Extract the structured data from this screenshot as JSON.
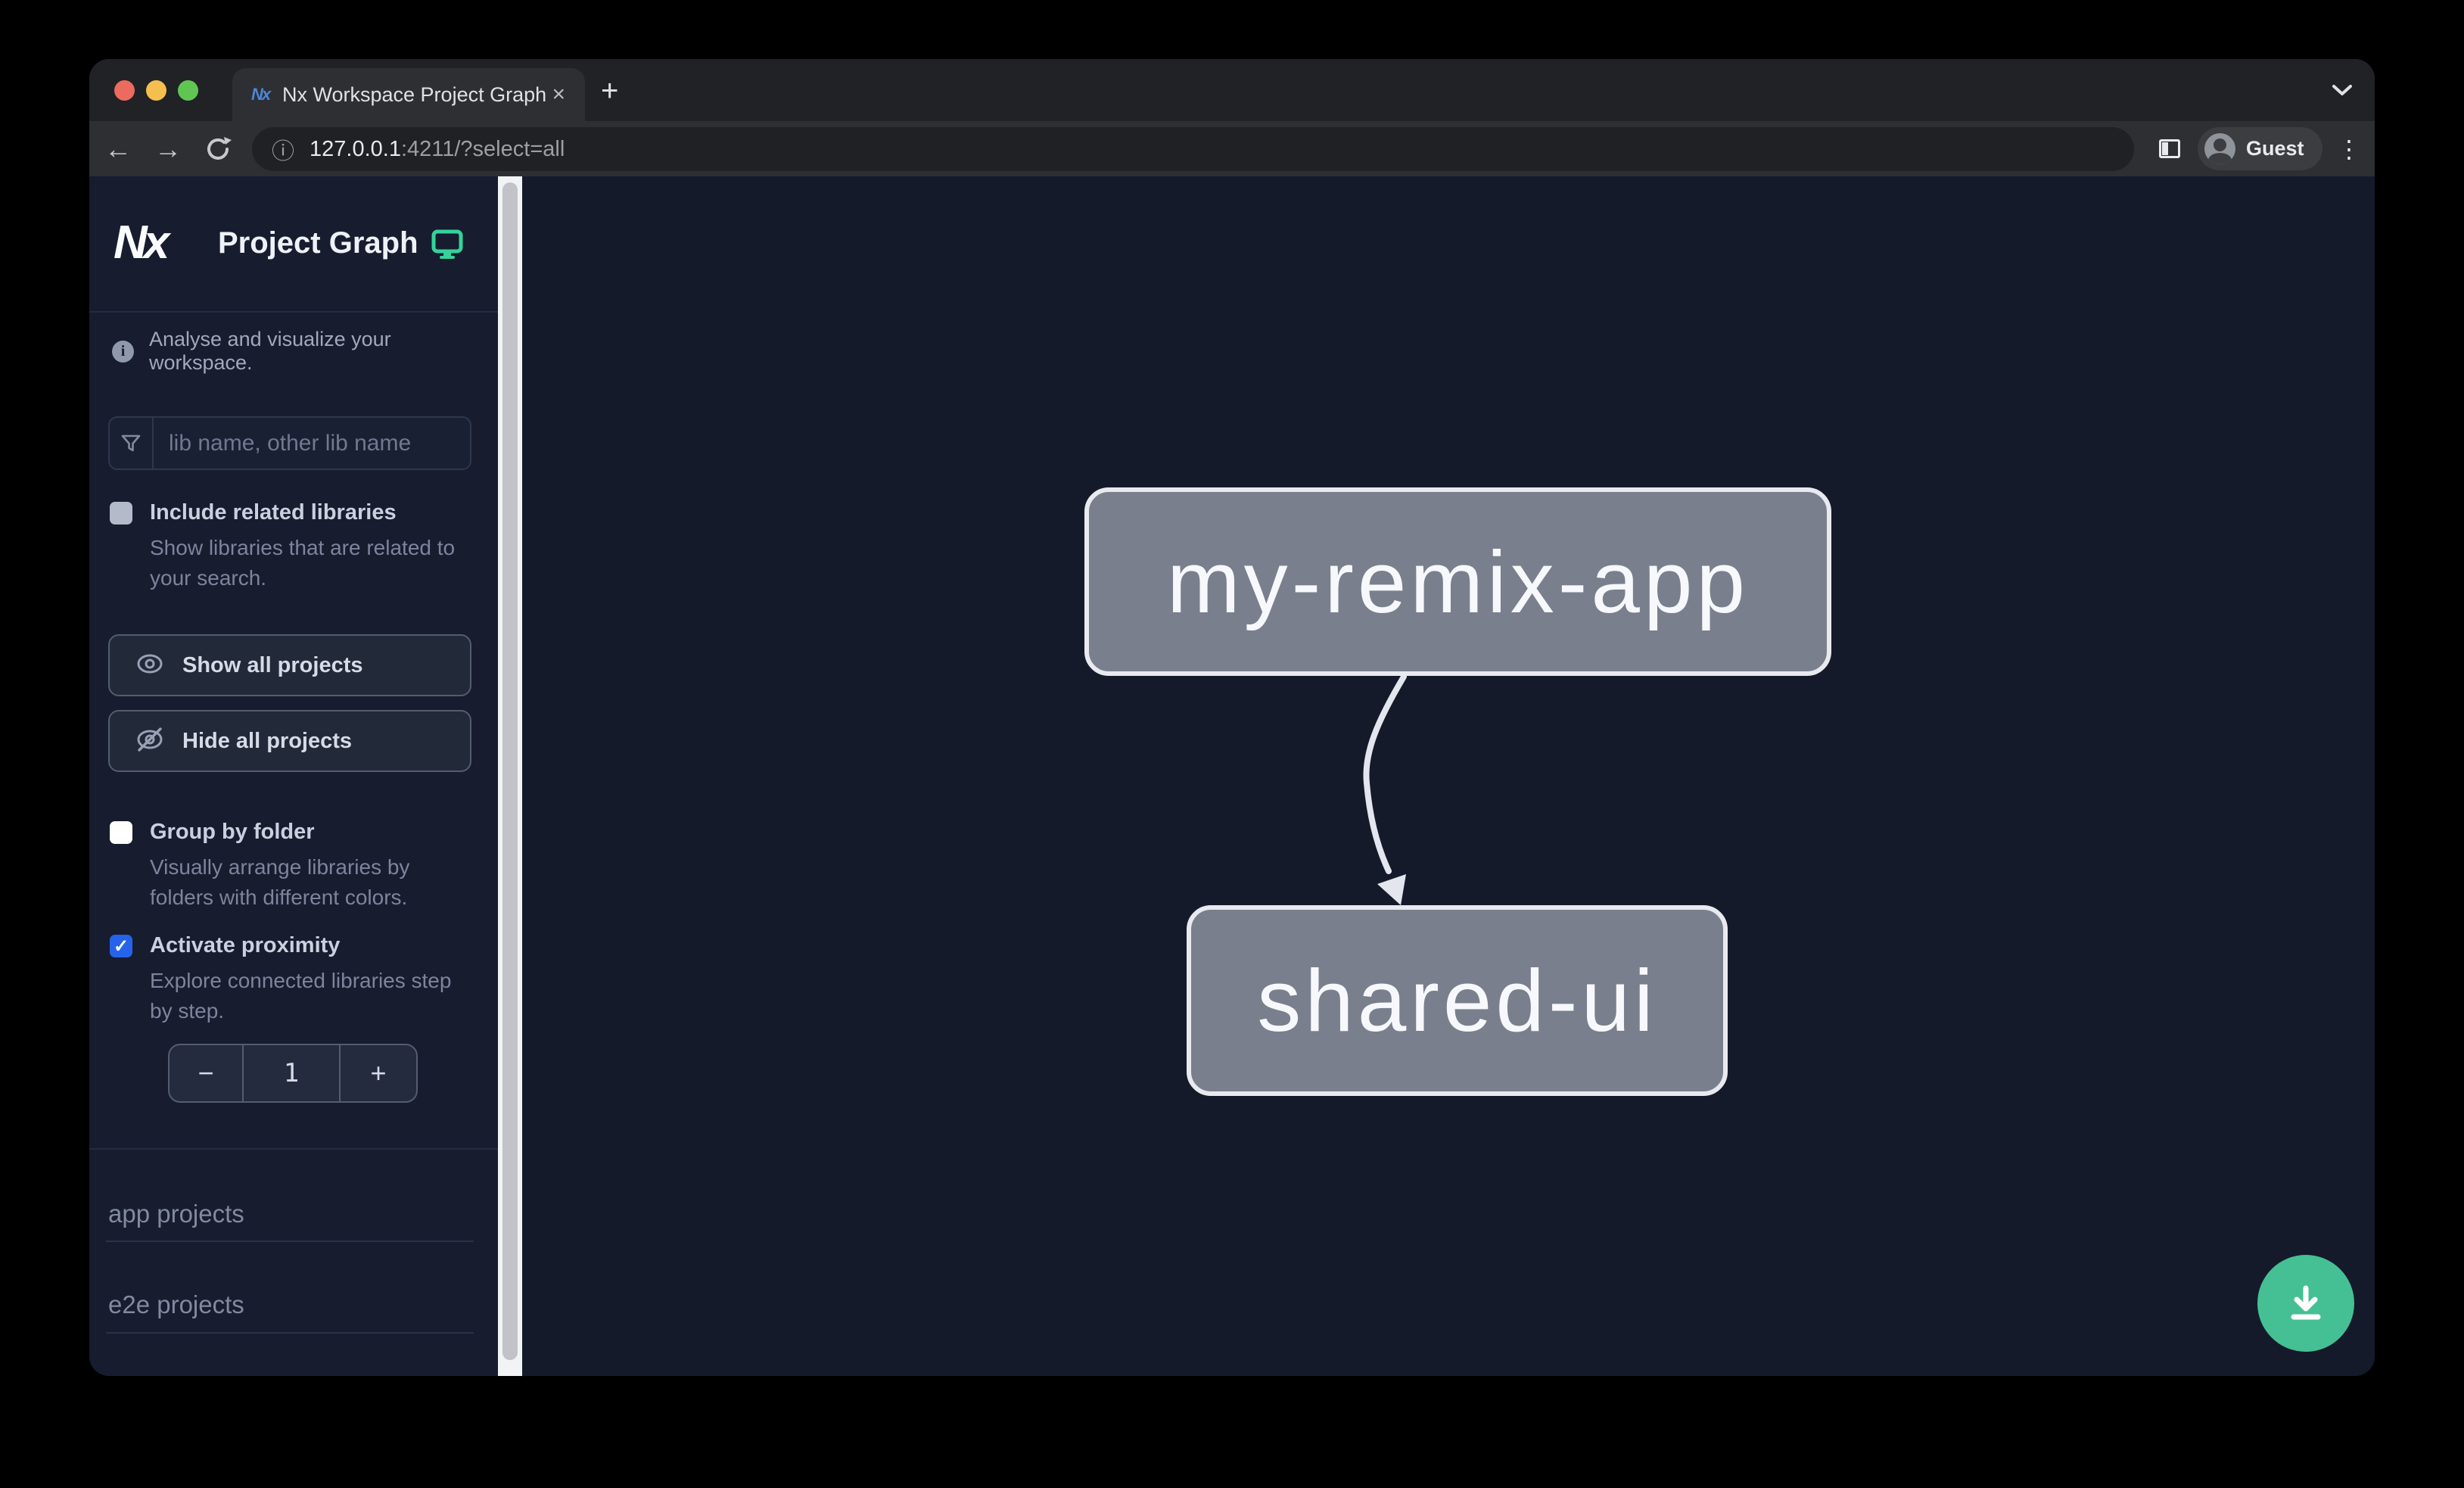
{
  "browser": {
    "tab_title": "Nx Workspace Project Graph",
    "url_host": "127.0.0.1",
    "url_path": ":4211/?select=all",
    "profile_label": "Guest"
  },
  "icons": {
    "close": "×",
    "new_tab": "+",
    "back": "←",
    "forward": "→",
    "info_badge": "ⓘ",
    "kebab": "⋮",
    "info_i": "i",
    "check": "✓"
  },
  "brand": {
    "logo_text": "Nx",
    "favicon_text": "Nx"
  },
  "sidebar": {
    "title": "Project Graph",
    "tagline": "Analyse and visualize your workspace.",
    "search_placeholder": "lib name, other lib name",
    "options": [
      {
        "label": "Include related libraries",
        "description": "Show libraries that are related to your search.",
        "checked": false
      },
      {
        "label": "Group by folder",
        "description": "Visually arrange libraries by folders with different colors.",
        "checked": false
      },
      {
        "label": "Activate proximity",
        "description": "Explore connected libraries step by step.",
        "checked": true
      }
    ],
    "actions": [
      {
        "label": "Show all projects"
      },
      {
        "label": "Hide all projects"
      }
    ],
    "proximity_stepper": {
      "decrement": "−",
      "value": "1",
      "increment": "+"
    },
    "sections": [
      {
        "label": "app projects"
      },
      {
        "label": "e2e projects"
      }
    ]
  },
  "graph": {
    "nodes": [
      {
        "label": "my-remix-app"
      },
      {
        "label": "shared-ui"
      }
    ],
    "edges": [
      {
        "from": "my-remix-app",
        "to": "shared-ui"
      }
    ]
  },
  "colors": {
    "accent_green": "#34d399",
    "fab_green": "#45c094",
    "checkbox_checked_blue": "#2563eb",
    "node_fill": "#7a7f8d",
    "node_border": "#e8eaef",
    "edge": "#e3e6ee"
  }
}
